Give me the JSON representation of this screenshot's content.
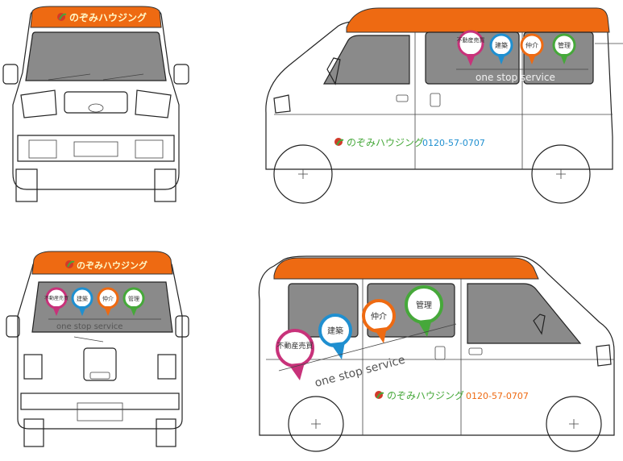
{
  "brand": {
    "name": "のぞみハウジング",
    "phone": "0120-57-0707",
    "tagline": "one stop service"
  },
  "services": [
    {
      "label": "不動産売買",
      "color": "#c8327a"
    },
    {
      "label": "建築",
      "color": "#1f8fd0"
    },
    {
      "label": "仲介",
      "color": "#ee6a12"
    },
    {
      "label": "管理",
      "color": "#46a83a"
    }
  ],
  "colors": {
    "roof": "#ee6a12",
    "glass": "#8a8a8a",
    "phone_blue": "#1f8fd0",
    "phone_orange": "#ee6a12",
    "logo_leaf_red": "#d23a2a",
    "logo_leaf_green": "#46a83a"
  }
}
